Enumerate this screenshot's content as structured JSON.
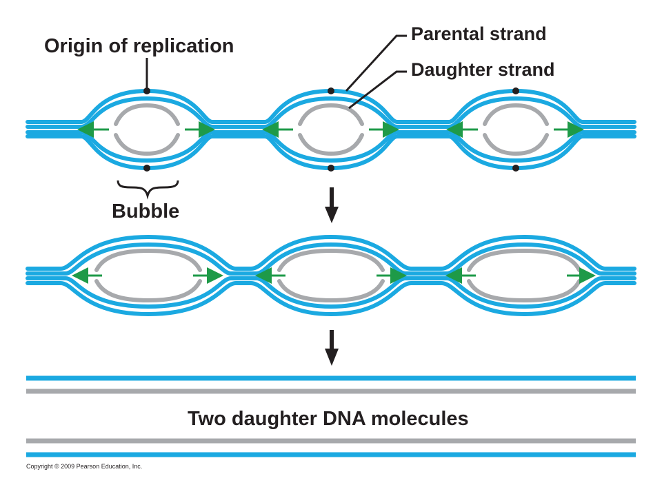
{
  "labels": {
    "origin": "Origin of replication",
    "parental": "Parental strand",
    "daughter": "Daughter strand",
    "bubble": "Bubble",
    "molecules": "Two daughter DNA molecules"
  },
  "copyright": "Copyright © 2009 Pearson Education, Inc.",
  "colors": {
    "parental": "#1ba9e1",
    "daughter": "#a7a9ac",
    "fork_arrow": "#1e9a48",
    "ink": "#231f20"
  }
}
